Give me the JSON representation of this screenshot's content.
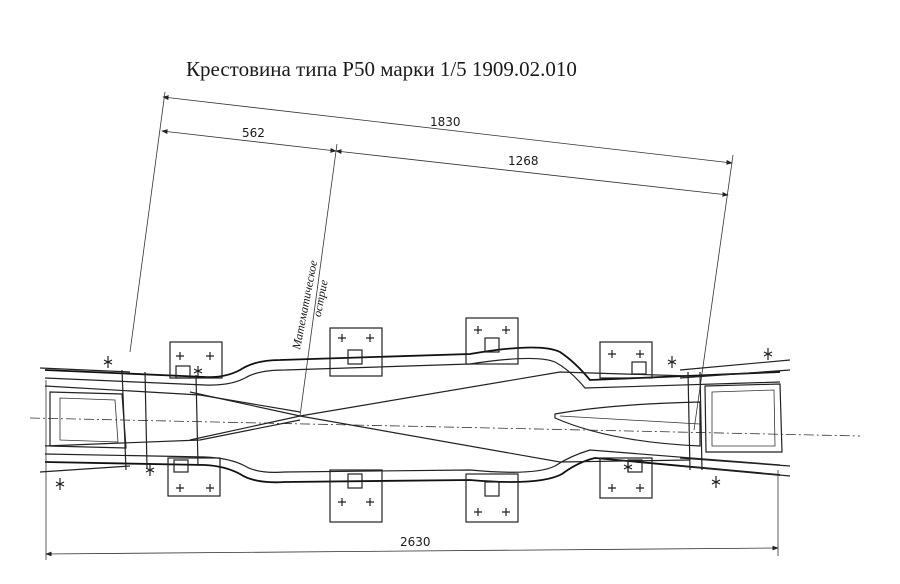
{
  "title": "Крестовина типа Р50 марки 1/5 1909.02.010",
  "dimensions": {
    "total_top": "1830",
    "front_part": "562",
    "rear_part": "1268",
    "overall_length": "2630"
  },
  "note": {
    "line1": "Математическое",
    "line2": "острие"
  }
}
